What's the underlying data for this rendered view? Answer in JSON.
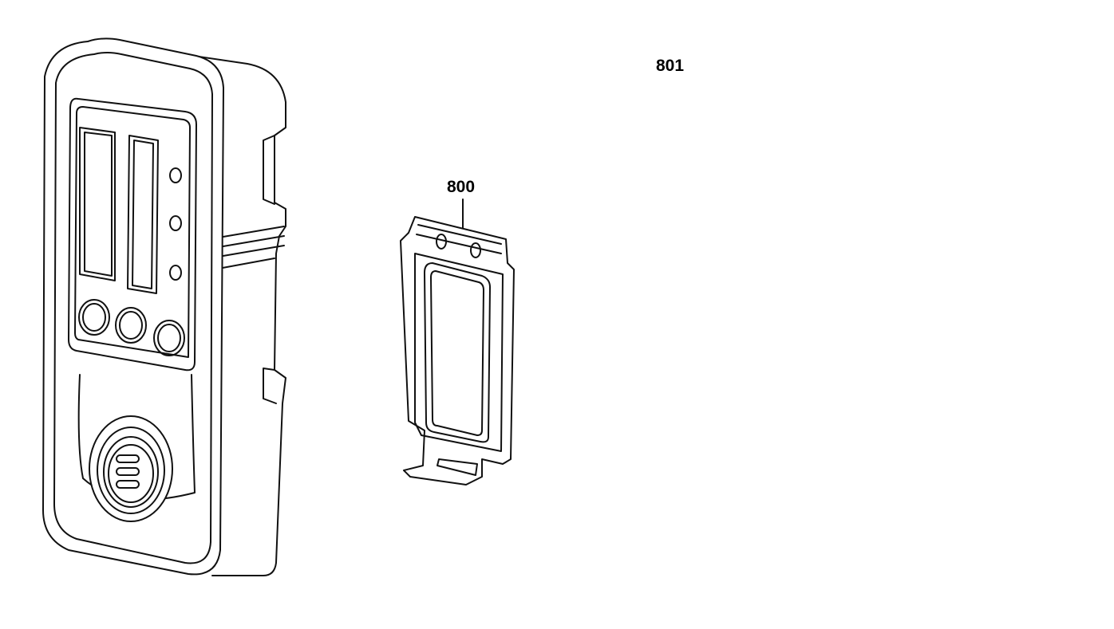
{
  "diagram": {
    "type": "exploded-parts-drawing",
    "parts": [
      {
        "id": "receiver",
        "label": "",
        "icon": "laser-receiver-icon"
      },
      {
        "id": "battery-cover",
        "label": "800",
        "icon": "battery-cover-icon"
      },
      {
        "id": "holder-clamp",
        "label": "801",
        "icon": "receiver-holder-clamp-icon"
      }
    ]
  },
  "labels": {
    "part_800": "800",
    "part_801": "801"
  },
  "colors": {
    "line": "#111111",
    "fill": "#ffffff",
    "background": "#ffffff"
  }
}
